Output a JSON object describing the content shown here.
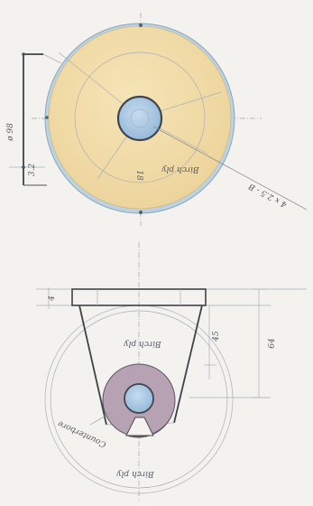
{
  "sheet": {
    "colors": {
      "paper": "#f3f2ee",
      "disk_fill": "#f1dba5",
      "disk_rim": "#b9cfdd",
      "bore_fill": "#a9c8e4",
      "hub_fill": "#b8a3b5",
      "ink": "#4c5159"
    }
  },
  "top_view": {
    "dim_height": "ø 98",
    "dim_small": "3.2",
    "label_material": "Birch ply",
    "label_center": "18",
    "leader_note": "4 x 2.5 - B"
  },
  "side_view": {
    "dim_top_left": "4",
    "dim_right_height": "64",
    "dim_right_small": "45",
    "label_upper": "Birch ply",
    "label_lower": "Birch ply",
    "leader_note": "Counterbore"
  }
}
